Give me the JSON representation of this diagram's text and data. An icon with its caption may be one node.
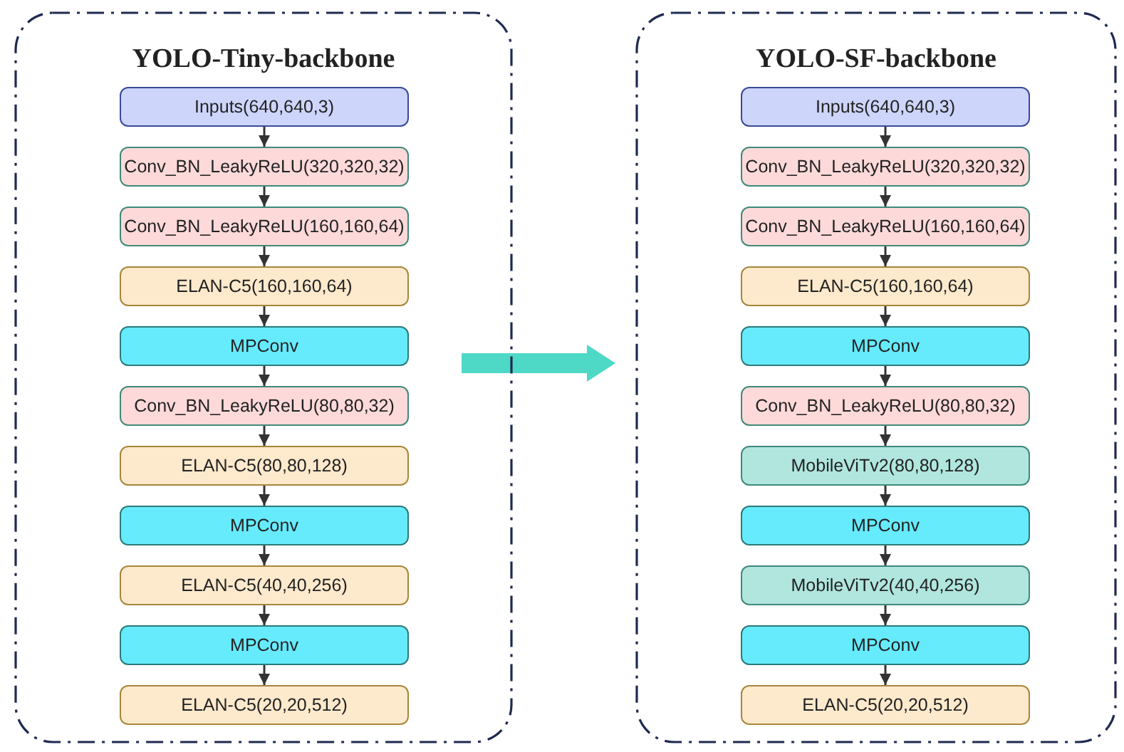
{
  "diagram": {
    "nodes": [
      {
        "text": [
          "YOLO-Tiny-backbone"
        ]
      },
      {
        "text": [
          "Inputs(640,640,3)"
        ],
        "in": 0
      },
      {
        "text": [
          "Conv_BN_LeakyReLU(320,320,32)"
        ],
        "in": 0
      },
      {
        "text": [
          "Conv_BN_LeakyReLU(160,160,64)"
        ],
        "in": 0
      },
      {
        "text": [
          "ELAN-C5(160,160,64)"
        ],
        "in": 0
      },
      {
        "text": [
          "MPConv"
        ],
        "in": 0
      },
      {
        "text": [
          "Conv_BN_LeakyReLU(80,80,32)"
        ],
        "in": 0
      },
      {
        "text": [
          "ELAN-C5(80,80,128)"
        ],
        "in": 0
      },
      {
        "text": [
          "MPConv"
        ],
        "in": 0
      },
      {
        "text": [
          "ELAN-C5(40,40,256)"
        ],
        "in": 0
      },
      {
        "text": [
          "MPConv"
        ],
        "in": 0
      },
      {
        "text": [
          "ELAN-C5(20,20,512)"
        ],
        "in": 0
      },
      {
        "text": [
          "YOLO-SF-backbone"
        ]
      },
      {
        "text": [
          "Inputs(640,640,3)"
        ],
        "in": 12
      },
      {
        "text": [
          "Conv_BN_LeakyReLU(320,320,32)"
        ],
        "in": 12
      },
      {
        "text": [
          "Conv_BN_LeakyReLU(160,160,64)"
        ],
        "in": 12
      },
      {
        "text": [
          "ELAN-C5(160,160,64)"
        ],
        "in": 12
      },
      {
        "text": [
          "MPConv"
        ],
        "in": 12
      },
      {
        "text": [
          "Conv_BN_LeakyReLU(80,80,32)"
        ],
        "in": 12
      },
      {
        "text": [
          "MobileViTv2(80,80,128)"
        ],
        "in": 12
      },
      {
        "text": [
          "MPConv"
        ],
        "in": 12
      },
      {
        "text": [
          "MobileViTv2(40,40,256)"
        ],
        "in": 12
      },
      {
        "text": [
          "MPConv"
        ],
        "in": 12
      },
      {
        "text": [
          "ELAN-C5(20,20,512)"
        ],
        "in": 12
      }
    ],
    "edges": [
      {
        "from": 1,
        "to": 2,
        "arrow": "to"
      },
      {
        "from": 2,
        "to": 3,
        "arrow": "to"
      },
      {
        "from": 3,
        "to": 4,
        "arrow": "to"
      },
      {
        "from": 4,
        "to": 5,
        "arrow": "to"
      },
      {
        "from": 5,
        "to": 6,
        "arrow": "to"
      },
      {
        "from": 6,
        "to": 7,
        "arrow": "to"
      },
      {
        "from": 7,
        "to": 8,
        "arrow": "to"
      },
      {
        "from": 8,
        "to": 9,
        "arrow": "to"
      },
      {
        "from": 9,
        "to": 10,
        "arrow": "to"
      },
      {
        "from": 10,
        "to": 11,
        "arrow": "to"
      },
      {
        "from": 13,
        "to": 14,
        "arrow": "to"
      },
      {
        "from": 14,
        "to": 15,
        "arrow": "to"
      },
      {
        "from": 15,
        "to": 16,
        "arrow": "to"
      },
      {
        "from": 16,
        "to": 17,
        "arrow": "to"
      },
      {
        "from": 17,
        "to": 18,
        "arrow": "to"
      },
      {
        "from": 18,
        "to": 19,
        "arrow": "to"
      },
      {
        "from": 19,
        "to": 20,
        "arrow": "to"
      },
      {
        "from": 20,
        "to": 21,
        "arrow": "to"
      },
      {
        "from": 21,
        "to": 22,
        "arrow": "to"
      },
      {
        "from": 22,
        "to": 23,
        "arrow": "to"
      },
      {
        "from": 0,
        "to": 12,
        "arrow": "to",
        "style": "thick",
        "color": "#4dd9c6"
      }
    ]
  }
}
